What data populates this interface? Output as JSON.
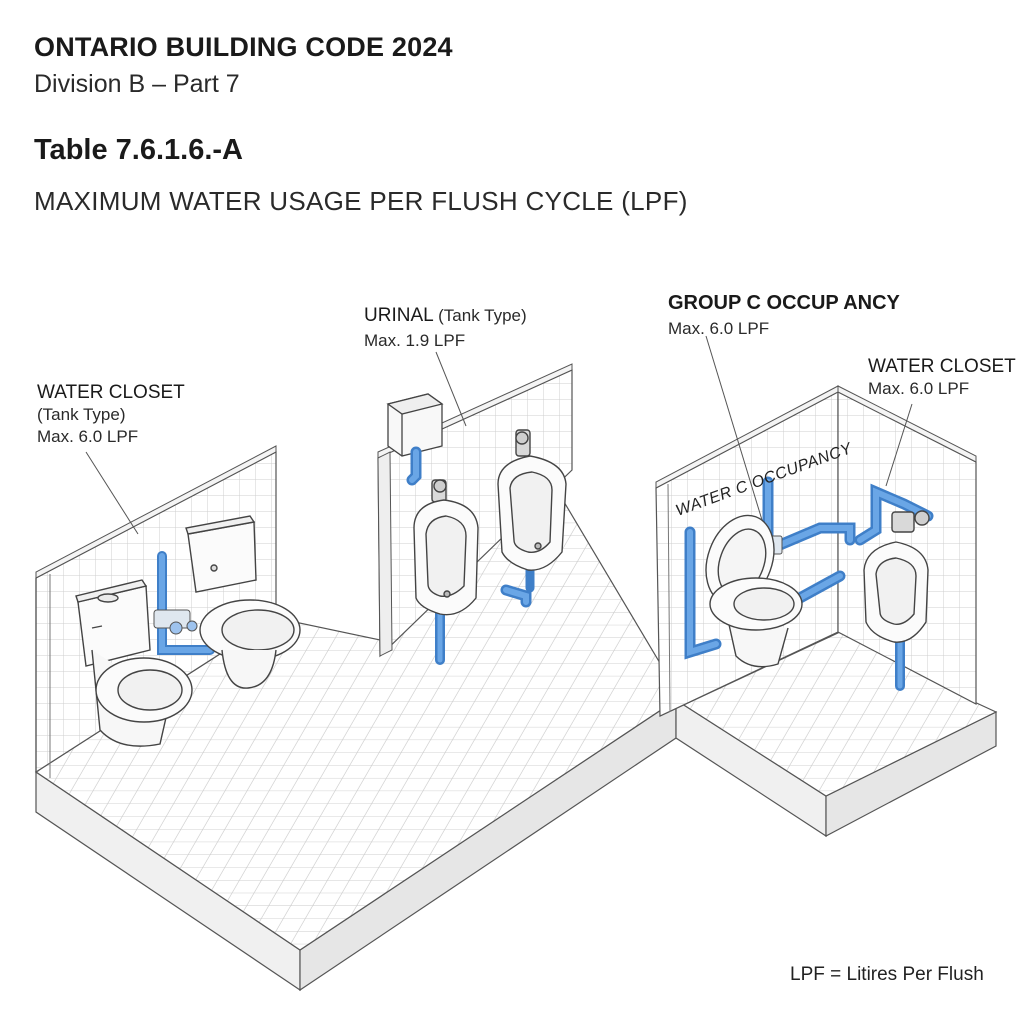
{
  "header": {
    "title": "ONTARIO BUILDING CODE 2024",
    "subtitle": "Division B – Part 7",
    "table_number": "Table 7.6.1.6.-A",
    "table_title": "MAXIMUM WATER USAGE PER FLUSH CYCLE (LPF)"
  },
  "callouts": {
    "water_closet_left": {
      "title": "WATER CLOSET",
      "type": "(Tank Type)",
      "max": "Max. 6.0 LPF"
    },
    "urinal": {
      "title": "URINAL",
      "type": "(Tank Type)",
      "max": "Max. 1.9 LPF"
    },
    "group_c": {
      "title": "GROUP C OCCUP ANCY",
      "max": "Max. 6.0 LPF"
    },
    "water_closet_right": {
      "title": "WATER CLOSET",
      "max": "Max. 6.0 LPF"
    }
  },
  "wall_text": "WATER C OCCUPANCY",
  "footnote": "LPF = Litires Per Flush",
  "colors": {
    "pipe": "#5b9be0",
    "pipe_dark": "#3f7fc8",
    "tile_line": "#c9c9c9",
    "line": "#444444",
    "fixture": "#fbfbfb"
  }
}
